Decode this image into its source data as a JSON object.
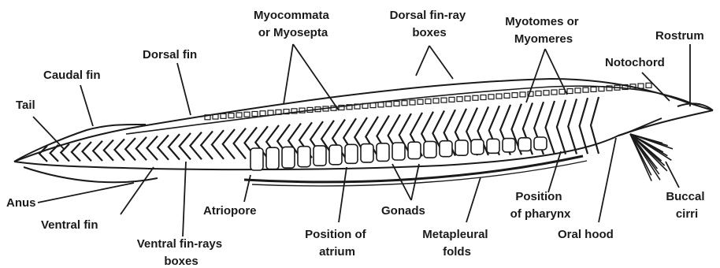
{
  "labels": {
    "tail": "Tail",
    "caudal_fin": "Caudal fin",
    "dorsal_fin": "Dorsal fin",
    "myocommata": [
      "Myocommata",
      "or Myosepta"
    ],
    "dorsal_fin_ray_boxes": [
      "Dorsal fin-ray",
      "boxes"
    ],
    "myotomes": [
      "Myotomes or",
      "Myomeres"
    ],
    "rostrum": "Rostrum",
    "notochord": "Notochord",
    "anus": "Anus",
    "ventral_fin": "Ventral fin",
    "atriopore": "Atriopore",
    "ventral_fin_ray_boxes": [
      "Ventral fin-rays",
      "boxes"
    ],
    "position_of_atrium": [
      "Position of",
      "atrium"
    ],
    "gonads": "Gonads",
    "metapleural_folds": [
      "Metapleural",
      "folds"
    ],
    "position_of_pharynx": [
      "Position",
      "of pharynx"
    ],
    "oral_hood": "Oral hood",
    "buccal_cirri": [
      "Buccal",
      "cirri"
    ]
  }
}
